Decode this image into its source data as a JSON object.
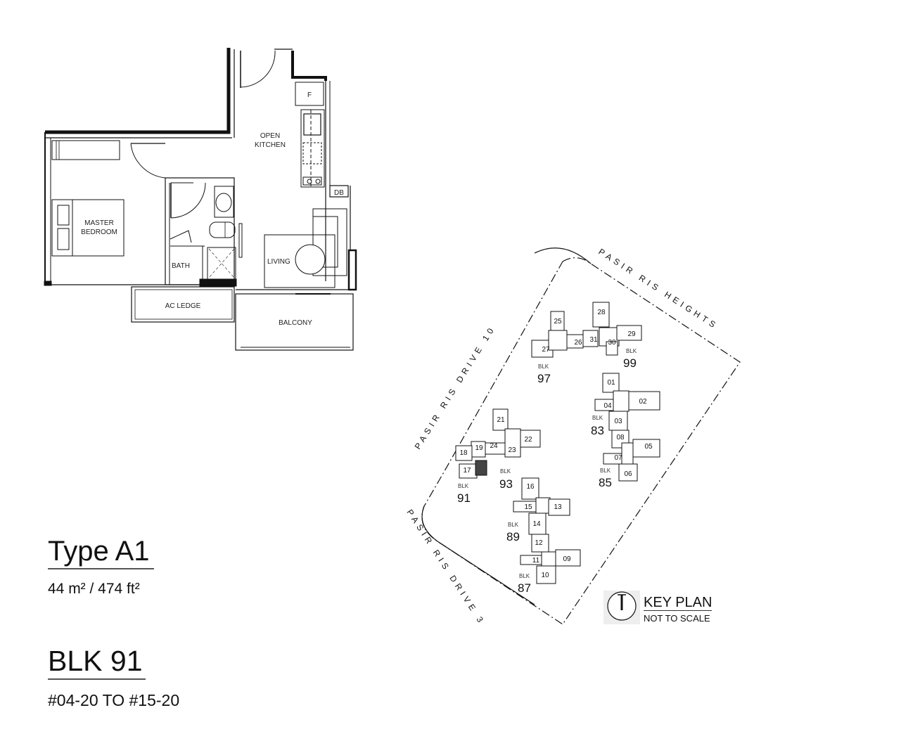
{
  "unit": {
    "type": "Type A1",
    "area": "44 m² / 474 ft²",
    "block": "BLK 91",
    "units_range": "#04-20 TO #15-20"
  },
  "floor_plan": {
    "rooms": {
      "open_kitchen_1": "OPEN",
      "open_kitchen_2": "KITCHEN",
      "master_bedroom_1": "MASTER",
      "master_bedroom_2": "BEDROOM",
      "bath": "BATH",
      "living": "LIVING",
      "ac_ledge": "AC LEDGE",
      "balcony": "BALCONY",
      "fridge": "F",
      "db": "DB"
    }
  },
  "key_plan": {
    "title": "KEY PLAN",
    "subtitle": "NOT TO SCALE",
    "roads": {
      "pasir_ris_drive_10": "PASIR RIS DRIVE 10",
      "pasir_ris_heights": "PASIR RIS HEIGHTS",
      "pasir_ris_drive_3": "PASIR RIS DRIVE 3"
    },
    "blk_label": "BLK",
    "blocks": {
      "b97": "97",
      "b99": "99",
      "b83": "83",
      "b85": "85",
      "b91": "91",
      "b93": "93",
      "b89": "89",
      "b87": "87"
    },
    "units": {
      "u25": "25",
      "u26": "26",
      "u27": "27",
      "u28": "28",
      "u29": "29",
      "u30": "30",
      "u31": "31",
      "u01": "01",
      "u02": "02",
      "u03": "03",
      "u04": "04",
      "u05": "05",
      "u06": "06",
      "u07": "07",
      "u08": "08",
      "u17": "17",
      "u18": "18",
      "u19": "19",
      "u21": "21",
      "u22": "22",
      "u23": "23",
      "u24": "24",
      "u09": "09",
      "u10": "10",
      "u11": "11",
      "u12": "12",
      "u13": "13",
      "u14": "14",
      "u15": "15",
      "u16": "16"
    },
    "highlight_color": "#444444"
  }
}
